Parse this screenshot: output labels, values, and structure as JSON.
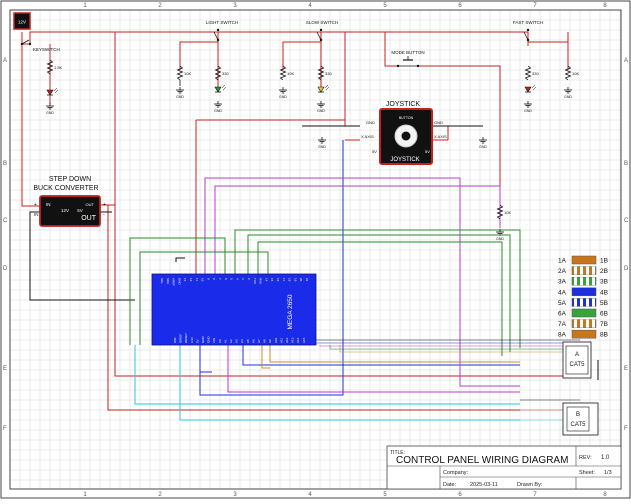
{
  "frame": {
    "col_labels": [
      "1",
      "2",
      "3",
      "4",
      "5",
      "6",
      "7",
      "8"
    ],
    "row_labels": [
      "A",
      "B",
      "C",
      "D",
      "E",
      "F"
    ]
  },
  "power": {
    "battery_label": "12V",
    "keyswitch_label": "KEYSWITCH",
    "resistor_label": "1.5K"
  },
  "switches": {
    "light": "LIGHT SWITCH",
    "slow": "SLOW SWITCH",
    "fast": "FAST SWITCH",
    "mode_button": "MODE BUTTON"
  },
  "resistors": {
    "r10k": "10K",
    "r330": "330"
  },
  "joystick": {
    "title": "JOYSTICK",
    "inner_label": "JOYSTICK",
    "button_label": "BUTTON",
    "gnd_left": "GND",
    "gnd_right": "GND",
    "x_axis_left": "X AXIS",
    "x_axis_right": "X AXIS",
    "v5_left": "5V",
    "v5_right": "5V"
  },
  "buck": {
    "title_line1": "STEP DOWN",
    "title_line2": "BUCK CONVERTER",
    "in_label": "IN",
    "v12_label": "12V",
    "out_label": "OUT",
    "v5_label": "5V",
    "plus": "+",
    "minus": "-"
  },
  "mega": {
    "label": "MEGA 2650",
    "top_pins": [
      "SCL",
      "SDA",
      "AREF",
      "GND",
      "13",
      "12",
      "11",
      "10",
      "9",
      "8",
      "7",
      "6",
      "5",
      "4",
      "3",
      "2",
      "TX0",
      "RX0",
      "14",
      "15",
      "16",
      "17",
      "18",
      "19",
      "20",
      "21"
    ],
    "bottom_pins": [
      "RSF",
      "IOREF",
      "RESET",
      "3.3V",
      "5V",
      "GND",
      "GND",
      "VIN",
      "A0",
      "A1",
      "A2",
      "A3",
      "A4",
      "A5",
      "A6",
      "A7",
      "A8",
      "A9",
      "A10",
      "A11",
      "A12",
      "A13",
      "A14",
      "A15"
    ]
  },
  "legend": {
    "rows": [
      {
        "a": "1A",
        "b": "1B",
        "color": "#c8761b",
        "stripe": false
      },
      {
        "a": "2A",
        "b": "2B",
        "color": "#c8761b",
        "stripe": true
      },
      {
        "a": "3A",
        "b": "3B",
        "color": "#3aa23a",
        "stripe": true
      },
      {
        "a": "4A",
        "b": "4B",
        "color": "#1b2ee0",
        "stripe": false
      },
      {
        "a": "5A",
        "b": "5B",
        "color": "#1b2ee0",
        "stripe": true
      },
      {
        "a": "6A",
        "b": "6B",
        "color": "#3aa23a",
        "stripe": false
      },
      {
        "a": "7A",
        "b": "7B",
        "color": "#c8761b",
        "stripe": true
      },
      {
        "a": "8A",
        "b": "8B",
        "color": "#c8761b",
        "stripe": false
      }
    ]
  },
  "connectors": {
    "a_letter": "A",
    "a_name": "CAT5",
    "b_letter": "B",
    "b_name": "CAT5"
  },
  "title_block": {
    "title_label": "TITLE:",
    "title": "CONTROL PANEL WIRING DIAGRAM",
    "rev_label": "REV:",
    "rev": "1.0",
    "company_label": "Company:",
    "company": "",
    "date_label": "Date:",
    "date": "2025-03-11",
    "drawn_label": "Drawn By:",
    "drawn": "",
    "sheet_label": "Sheet:",
    "sheet": "1/3"
  },
  "colors": {
    "red_wire": "#c42020",
    "blue_wire": "#1b2ee0",
    "purple_wire": "#b43cc8",
    "green_wire": "#2a8a2a",
    "cyan_wire": "#2cc6d4",
    "black_wire": "#111111",
    "mega_fill": "#1a2bea"
  }
}
